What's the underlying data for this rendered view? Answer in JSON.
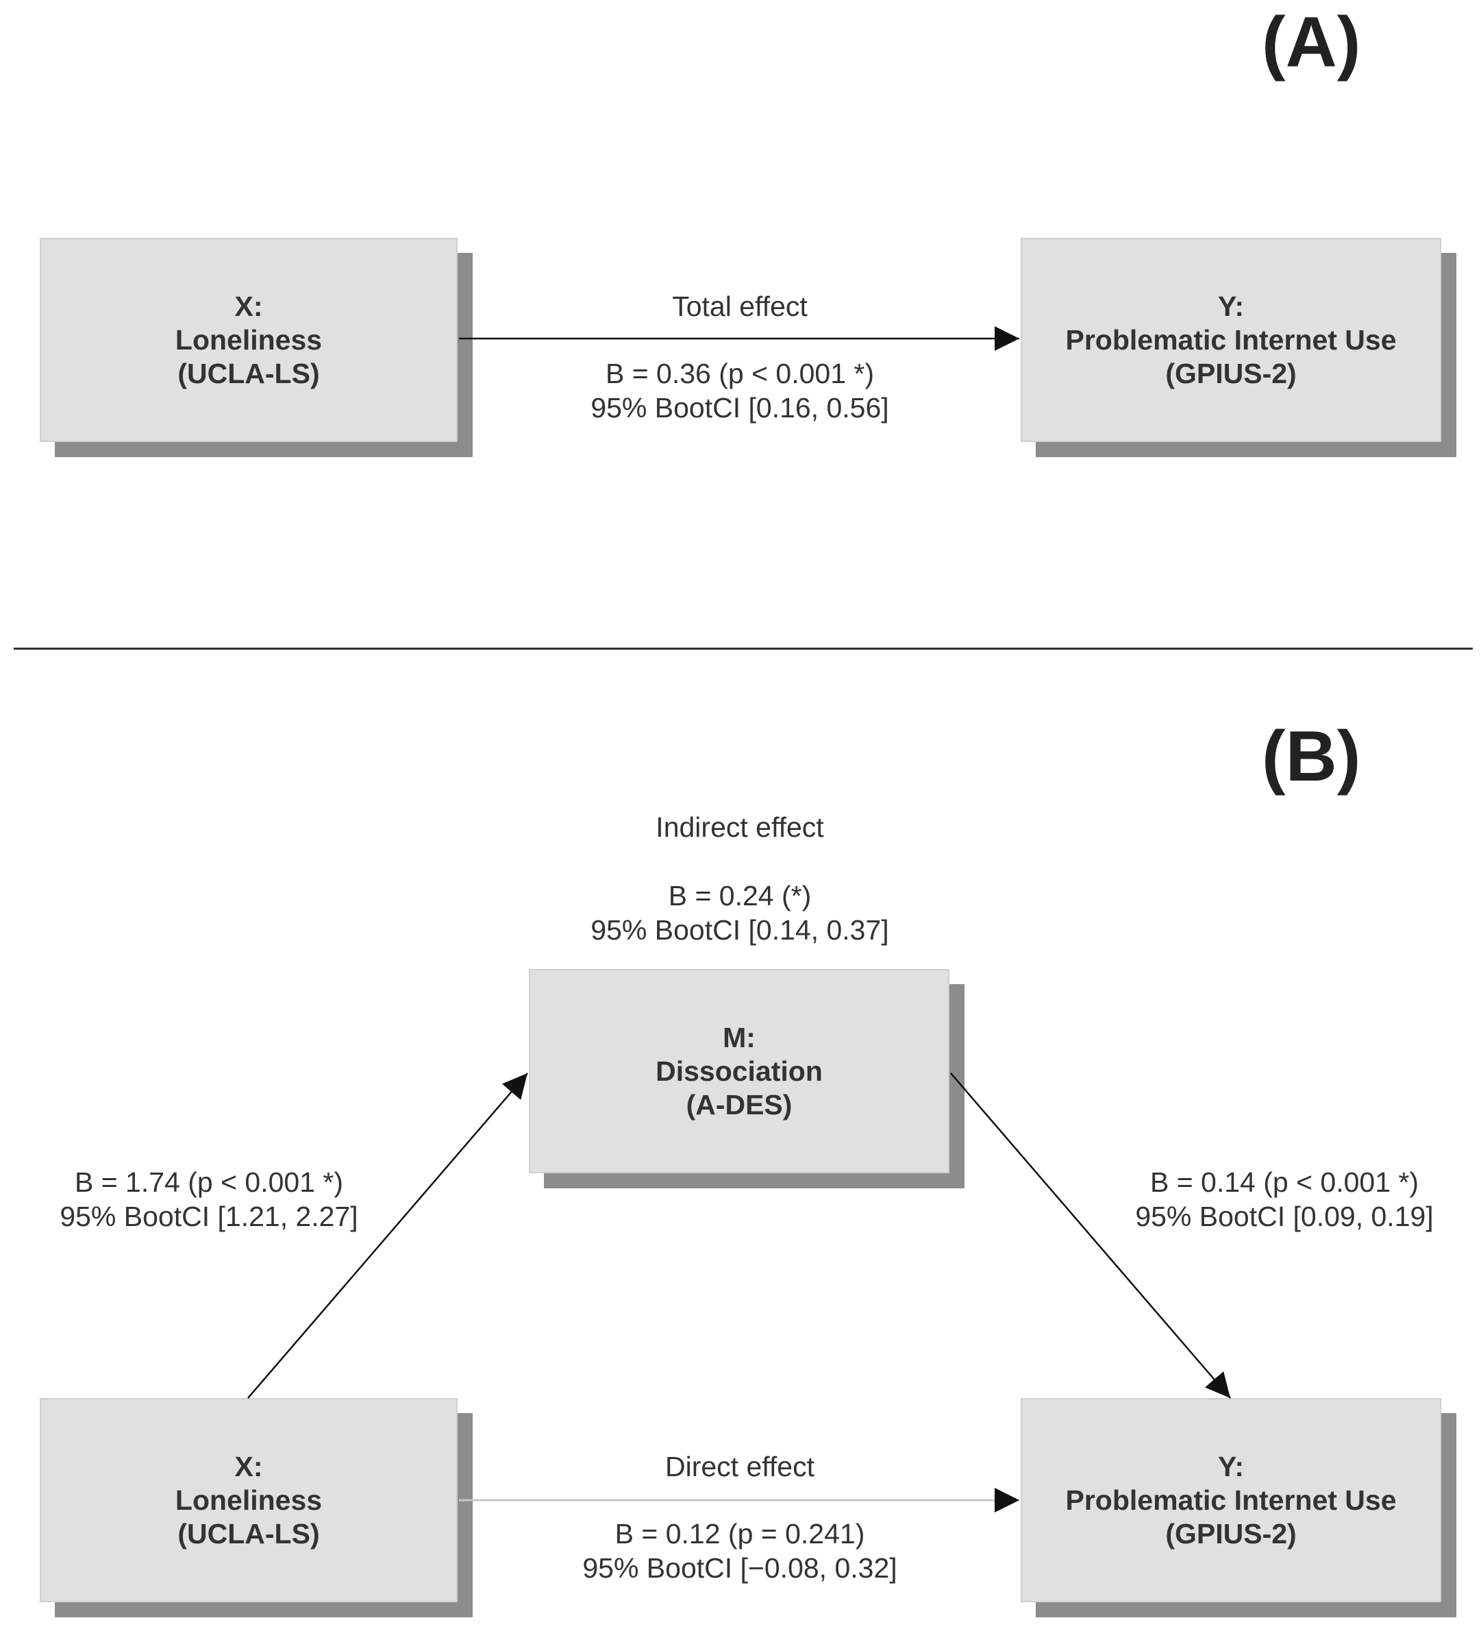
{
  "panel_a": {
    "label": "(A)",
    "x_node": {
      "line1": "X:",
      "line2": "Loneliness",
      "line3": "(UCLA-LS)"
    },
    "y_node": {
      "line1": "Y:",
      "line2": "Problematic Internet Use",
      "line3": "(GPIUS-2)"
    },
    "total_effect": {
      "title": "Total effect",
      "b": "B = 0.36 (p < 0.001 *)",
      "ci": "95% BootCI [0.16, 0.56]"
    }
  },
  "panel_b": {
    "label": "(B)",
    "m_node": {
      "line1": "M:",
      "line2": "Dissociation",
      "line3": "(A-DES)"
    },
    "x_node": {
      "line1": "X:",
      "line2": "Loneliness",
      "line3": "(UCLA-LS)"
    },
    "y_node": {
      "line1": "Y:",
      "line2": "Problematic Internet Use",
      "line3": "(GPIUS-2)"
    },
    "indirect_effect": {
      "title": "Indirect effect",
      "b": "B = 0.24 (*)",
      "ci": "95% BootCI [0.14, 0.37]"
    },
    "path_a": {
      "b": "B = 1.74 (p < 0.001 *)",
      "ci": "95% BootCI [1.21, 2.27]"
    },
    "path_b": {
      "b": "B = 0.14 (p < 0.001 *)",
      "ci": "95% BootCI [0.09, 0.19]"
    },
    "direct_effect": {
      "title": "Direct effect",
      "b": "B = 0.12 (p = 0.241)",
      "ci": "95% BootCI [−0.08, 0.32]"
    }
  }
}
